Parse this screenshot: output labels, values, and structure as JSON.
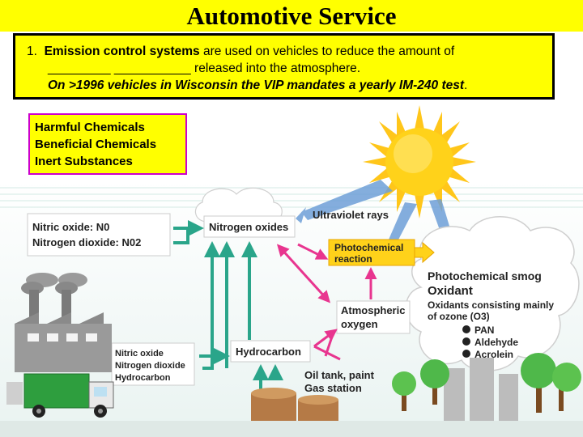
{
  "title": "Automotive Service",
  "question": {
    "number": "1.",
    "bold_term": "Emission control systems",
    "line1_rest": "are used on vehicles to reduce the amount of",
    "blanks": "_________ ___________",
    "line2_rest": "released into the atmosphere.",
    "line3": "On >1996 vehicles in Wisconsin the VIP mandates a yearly IM-240 test",
    "line3_end": "."
  },
  "legend": {
    "items": [
      "Harmful Chemicals",
      "Beneficial Chemicals",
      "Inert Substances"
    ]
  },
  "diagram": {
    "nitric_oxide": "Nitric oxide: N0",
    "nitrogen_dioxide": "Nitrogen dioxide: N02",
    "nitrogen_oxides": "Nitrogen oxides",
    "ultraviolet_rays": "Ultraviolet rays",
    "photochemical_reaction": [
      "Photochemical",
      "reaction"
    ],
    "smog_title": "Photochemical smog",
    "smog_oxidant": "Oxidant",
    "smog_desc": [
      "Oxidants consisting mainly",
      "of ozone (O3)"
    ],
    "smog_items": [
      "PAN",
      "Aldehyde",
      "Acrolein"
    ],
    "atmospheric_oxygen": [
      "Atmospheric",
      "oxygen"
    ],
    "hydrocarbon": "Hydrocarbon",
    "truck_emissions": [
      "Nitric oxide",
      "Nitrogen dioxide",
      "Hydrocarbon"
    ],
    "oil_tank": [
      "Oil tank, paint",
      "Gas station"
    ]
  },
  "colors": {
    "title_bg": "#ffff00",
    "arrow_green": "#2aa58a",
    "arrow_pink": "#e8358f",
    "arrow_blue": "#6fa0d8",
    "sun": "#ffd21a",
    "legend_border": "#cc00cc"
  }
}
